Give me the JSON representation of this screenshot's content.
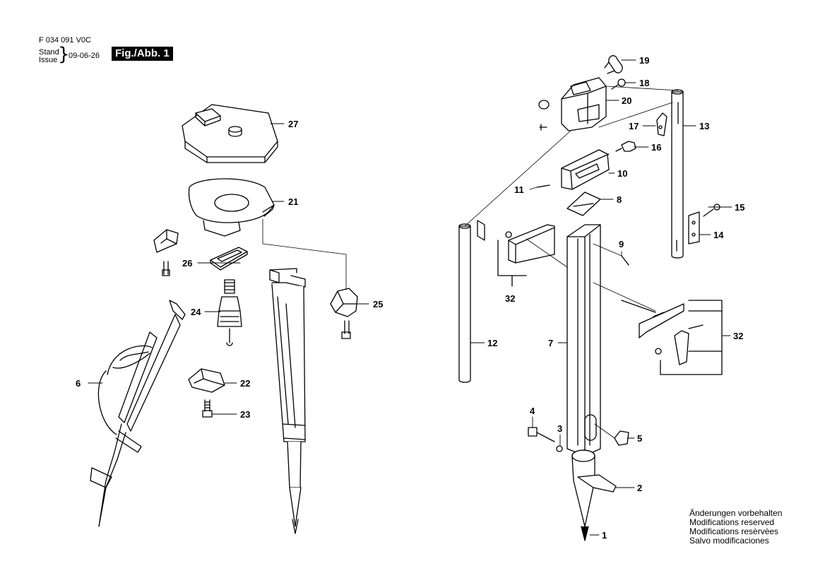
{
  "header": {
    "part_number": "F 034 091 V0C",
    "stand_label": "Stand",
    "issue_label": "Issue",
    "date": "09-06-26",
    "figure_label": "Fig./Abb. 1"
  },
  "notes": [
    "Änderungen vorbehalten",
    "Modifications reserved",
    "Modifications resèrvèes",
    "Salvo modificaciones"
  ],
  "callouts": {
    "c1": "1",
    "c2": "2",
    "c3": "3",
    "c4": "4",
    "c5": "5",
    "c6": "6",
    "c7": "7",
    "c8": "8",
    "c9": "9",
    "c10": "10",
    "c11": "11",
    "c12": "12",
    "c13": "13",
    "c14": "14",
    "c15": "15",
    "c16": "16",
    "c17": "17",
    "c18": "18",
    "c19": "19",
    "c20": "20",
    "c21": "21",
    "c22": "22",
    "c23": "23",
    "c24": "24",
    "c25": "25",
    "c26": "26",
    "c27": "27",
    "c32a": "32",
    "c32b": "32"
  }
}
